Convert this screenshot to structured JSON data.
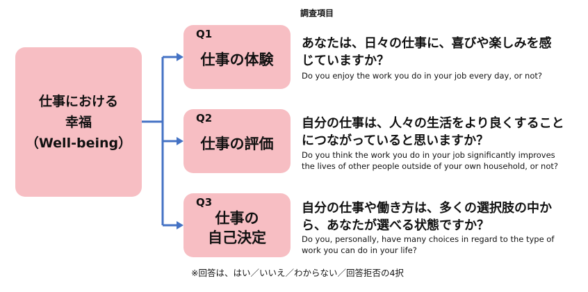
{
  "survey_label": "調査項目",
  "main": {
    "line1": "仕事における",
    "line2": "幸福",
    "line3": "（Well-being）"
  },
  "questions": [
    {
      "number": "Q1",
      "title_lines": [
        "仕事の体験"
      ],
      "jp_lines": [
        "あなたは、日々の仕事に、喜びや楽しみを感",
        "じていますか？"
      ],
      "en_lines": [
        "Do you enjoy the work you do in your job every day, or not?"
      ]
    },
    {
      "number": "Q2",
      "title_lines": [
        "仕事の評価"
      ],
      "jp_lines": [
        "自分の仕事は、人々の生活をより良くすること",
        "につながっていると思いますか？"
      ],
      "en_lines": [
        "Do you think the work you do in your job significantly improves",
        "the lives of other people outside of your own household, or not?"
      ]
    },
    {
      "number": "Q3",
      "title_lines": [
        "仕事の",
        "自己決定"
      ],
      "jp_lines": [
        "自分の仕事や働き方は、多くの選択肢の中か",
        "ら、あなたが選べる状態ですか？"
      ],
      "en_lines": [
        "Do you, personally, have many choices in regard to the type of",
        "work you can do in your life?"
      ]
    }
  ],
  "footnote": "※回答は、はい／いいえ／わからない／回答拒否の4択",
  "colors": {
    "box_fill": "#f7bec3",
    "arrow": "#4472c4"
  }
}
